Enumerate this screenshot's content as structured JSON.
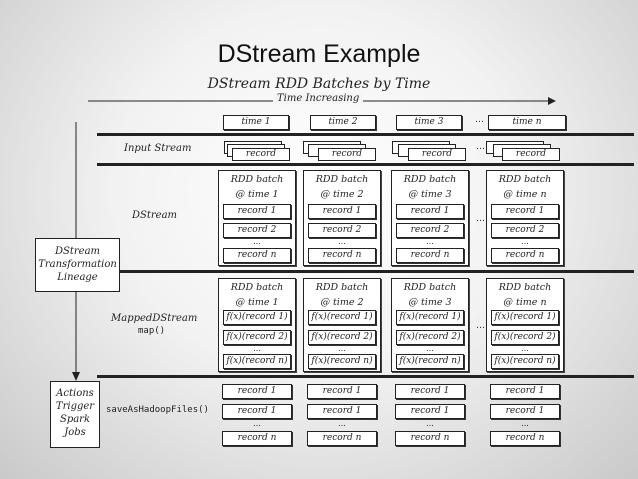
{
  "title": "DStream Example",
  "subtitle": "DStream RDD Batches by Time",
  "time_increasing": "Time Increasing",
  "times": [
    "time 1",
    "time 2",
    "time 3",
    "time n"
  ],
  "ellipsis": "…",
  "input_stream": {
    "label": "Input Stream",
    "record": "record"
  },
  "dstream": {
    "label": "DStream",
    "batches": [
      {
        "h1": "RDD batch",
        "h2": "@ time 1",
        "r1": "record 1",
        "r2": "record 2",
        "rn": "record n",
        "dots": "..."
      },
      {
        "h1": "RDD batch",
        "h2": "@ time 2",
        "r1": "record 1",
        "r2": "record 2",
        "rn": "record n",
        "dots": "..."
      },
      {
        "h1": "RDD batch",
        "h2": "@ time 3",
        "r1": "record 1",
        "r2": "record 2",
        "rn": "record n",
        "dots": "..."
      },
      {
        "h1": "RDD batch",
        "h2": "@ time n",
        "r1": "record 1",
        "r2": "record 2",
        "rn": "record n",
        "dots": "..."
      }
    ]
  },
  "mapped": {
    "label": "MappedDStream",
    "op": "map()",
    "batches": [
      {
        "h1": "RDD batch",
        "h2": "@ time 1",
        "r1": "f(x)(record 1)",
        "r2": "f(x)(record 2)",
        "rn": "f(x)(record n)",
        "dots": "..."
      },
      {
        "h1": "RDD batch",
        "h2": "@ time 2",
        "r1": "f(x)(record 1)",
        "r2": "f(x)(record 2)",
        "rn": "f(x)(record n)",
        "dots": "..."
      },
      {
        "h1": "RDD batch",
        "h2": "@ time 3",
        "r1": "f(x)(record 1)",
        "r2": "f(x)(record 2)",
        "rn": "f(x)(record n)",
        "dots": "..."
      },
      {
        "h1": "RDD batch",
        "h2": "@ time n",
        "r1": "f(x)(record 1)",
        "r2": "f(x)(record 2)",
        "rn": "f(x)(record n)",
        "dots": "..."
      }
    ]
  },
  "actions": {
    "op": "saveAsHadoopFiles()",
    "cols": [
      {
        "r1": "record 1",
        "r2": "record 1",
        "rn": "record n",
        "dots": "..."
      },
      {
        "r1": "record 1",
        "r2": "record 1",
        "rn": "record n",
        "dots": "..."
      },
      {
        "r1": "record 1",
        "r2": "record 1",
        "rn": "record n",
        "dots": "..."
      },
      {
        "r1": "record 1",
        "r2": "record 1",
        "rn": "record n",
        "dots": "..."
      }
    ]
  },
  "lineage_box": [
    "DStream",
    "Transformation",
    "Lineage"
  ],
  "actions_box": [
    "Actions",
    "Trigger",
    "Spark",
    "Jobs"
  ]
}
